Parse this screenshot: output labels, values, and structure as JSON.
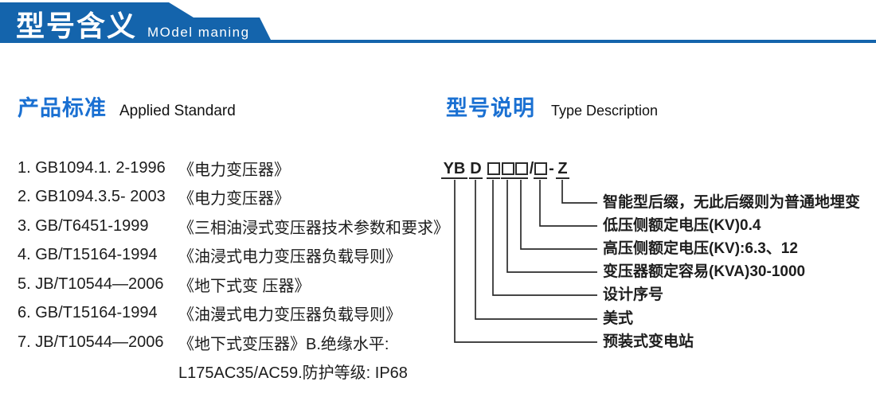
{
  "colors": {
    "banner_blue": "#1464ac",
    "title_blue": "#1a70d2",
    "text": "#1c1c1c",
    "line": "#2b2b2b"
  },
  "header": {
    "title_cn": "型号含义",
    "title_en": "MOdel maning"
  },
  "left": {
    "title_cn": "产品标准",
    "title_en": "Applied Standard",
    "items": [
      {
        "code": "1. GB1094.1. 2-1996",
        "title": "《电力变压器》"
      },
      {
        "code": "2. GB1094.3.5- 2003",
        "title": "《电力变压器》"
      },
      {
        "code": "3. GB/T6451-1999",
        "title": "《三相油浸式变压器技术参数和要求》"
      },
      {
        "code": "4. GB/T15164-1994",
        "title": "《油浸式电力变压器负载导则》"
      },
      {
        "code": "5. JB/T10544—2006",
        "title": "《地下式变 压器》"
      },
      {
        "code": "6. GB/T15164-1994",
        "title": "《油漫式电力变压器负载导则》"
      },
      {
        "code": "7. JB/T10544—2006",
        "title": "《地下式变压器》B.绝缘水平:"
      }
    ],
    "continuation": "L175AC35/AC59.防护等级: IP68"
  },
  "right": {
    "title_cn": "型号说明",
    "title_en": "Type Description",
    "model_code": {
      "prefix": "YB",
      "type_letter": "D",
      "slash": "/",
      "dash": "-",
      "suffix": "Z"
    },
    "labels": [
      "智能型后缀，无此后缀则为普通地埋变",
      "低压侧额定电压(KV)0.4",
      "高压侧额定电压(KV):6.3、12",
      "变压器额定容易(KVA)30-1000",
      "设计序号",
      "美式",
      "预装式变电站"
    ]
  }
}
